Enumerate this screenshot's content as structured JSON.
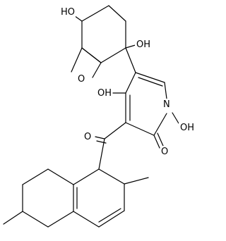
{
  "structure": {
    "labels": {
      "oh_ring_top": "HO",
      "oh_quaternary": "OH",
      "epoxide_o": "O",
      "oh_c4": "OH",
      "n_oh": "OH",
      "n": "N",
      "carbonyl_o_ketone": "O",
      "carbonyl_o_lactam": "O"
    }
  }
}
